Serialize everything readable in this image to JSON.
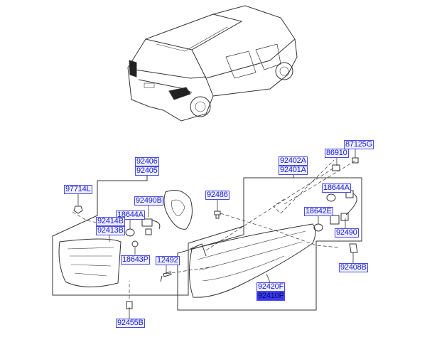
{
  "diagram": {
    "parts": {
      "p92406": "92406",
      "p92405": "92405",
      "p97714L": "97714L",
      "p92490B": "92490B",
      "p18644A_left": "18644A",
      "p92414B": "92414B",
      "p92413B": "92413B",
      "p18643P": "18643P",
      "p12492": "12492",
      "p92455B": "92455B",
      "p92402A": "92402A",
      "p92401A": "92401A",
      "p86910": "86910",
      "p87125G": "87125G",
      "p92486": "92486",
      "p18644A_right": "18644A",
      "p18642E": "18642E",
      "p92490": "92490",
      "p92408B": "92408B",
      "p92420F": "92420F",
      "p92410F": "92410F"
    },
    "selected_part": "92410F",
    "colors": {
      "label_border": "#4a4ae0",
      "label_text": "#1a1ad0",
      "selected_fill": "#3a3af0"
    }
  }
}
